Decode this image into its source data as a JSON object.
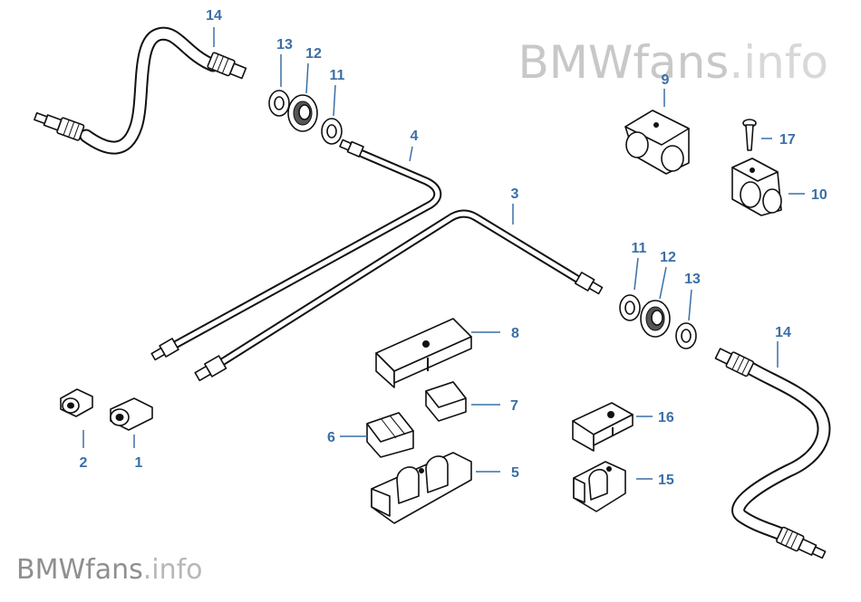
{
  "watermark": {
    "top_brand": "BMWfans",
    "top_suffix": ".info",
    "bottom_brand": "BMWfans",
    "bottom_suffix": ".info"
  },
  "callouts": {
    "c1": "1",
    "c2": "2",
    "c3": "3",
    "c4": "4",
    "c5": "5",
    "c6": "6",
    "c7": "7",
    "c8": "8",
    "c9": "9",
    "c10": "10",
    "c11a": "11",
    "c11b": "11",
    "c12a": "12",
    "c12b": "12",
    "c13a": "13",
    "c13b": "13",
    "c14a": "14",
    "c14b": "14",
    "c15": "15",
    "c16": "16",
    "c17": "17"
  },
  "colors": {
    "callout": "#3a6fa6",
    "line_art": "#111111",
    "watermark": "#c8c8c8"
  }
}
